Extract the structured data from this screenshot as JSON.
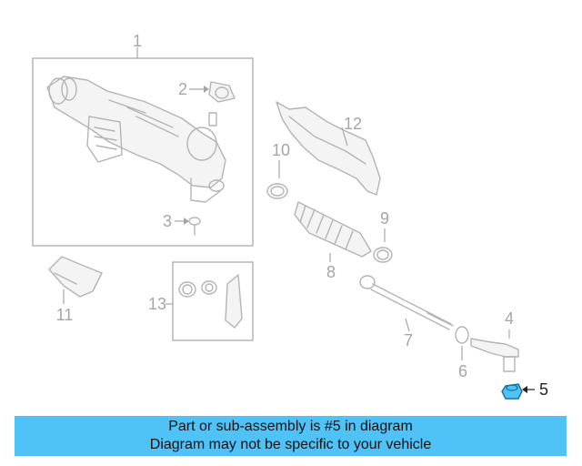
{
  "callouts": {
    "c1": "1",
    "c2": "2",
    "c3": "3",
    "c4": "4",
    "c5": "5",
    "c6": "6",
    "c7": "7",
    "c8": "8",
    "c9": "9",
    "c10": "10",
    "c11": "11",
    "c12": "12",
    "c13": "13"
  },
  "highlight": {
    "part_number": "5",
    "color": "#4fc3f7"
  },
  "banner": {
    "line1": "Part or sub-assembly is #5 in diagram",
    "line2": "Diagram may not be specific to your vehicle",
    "background": "#4fc3f7"
  }
}
